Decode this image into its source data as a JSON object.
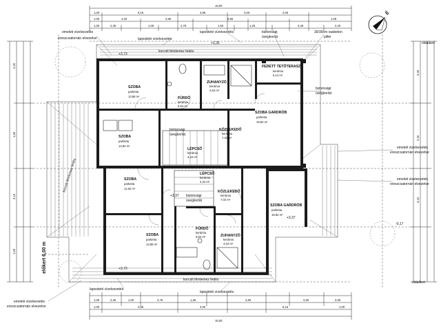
{
  "dimensions": {
    "total": "16,00",
    "top_row_1": [
      "1,00",
      "6,15",
      "3,85",
      "3,00",
      "2,00"
    ],
    "top_row_2": [
      "1,00",
      "4,20",
      "2,95",
      "5,80",
      "1,05"
    ],
    "top_row_3": [
      "1,00",
      "2,45",
      "1,00",
      "2,75",
      "1,50",
      "1,25",
      "3,45",
      "2,40"
    ],
    "bottom_row_1": [
      "1,00",
      "2,45",
      "1,00",
      "2,75",
      "1,25",
      "2,80",
      "2,50",
      "2,05"
    ],
    "bottom_row_2": [
      "1,00",
      "3,85",
      "3,00",
      "6,15",
      "1,00"
    ],
    "left": [
      "1,00",
      "4,20",
      "1,60",
      "3,10",
      "1,00"
    ],
    "right": [
      "1,00",
      "3,45",
      "2,40",
      "3,10",
      "1,00"
    ]
  },
  "levels": {
    "top": "+3,73",
    "top_right": "+3,35",
    "right_mid": "+3,37",
    "left_mid": "+3,37",
    "bottom": "+3,73",
    "right_small": "-0,17"
  },
  "annotations": {
    "emeleti_top": "emeleti vízelvezetés",
    "eresz_top": "ereszcsatornán elvezetve",
    "laposteto_top_left": "lapostetó vízelvezetés",
    "laposteto_top_mid": "lapostetó vízelvezetés",
    "biztonsagi_top": "biztonsági",
    "uvegkorlat_top": "üvegkorlát",
    "vasbeton": "30/30cm vasbeton",
    "piller": "pillér",
    "korcolt_top": "korcolt fémlemez fedés",
    "fedett_terasz": "FEDETT TETŐTERASZ",
    "biztonsagi_right": "biztonsági",
    "uvegkorlat_right": "üvegkorlát",
    "emeleti_right_1": "emeleti vízelvezetés",
    "eresz_right_1": "ereszcsatornán elvezetve",
    "emeleti_right_2": "emeleti vízelvezetés",
    "eresz_right_2": "ereszcsatornán elvezetve",
    "oldalkert_top": "oldalkert",
    "oldalkert_bottom": "oldalkert",
    "elokert": "előkert 6,00 m",
    "korcolt_bottom": "korcolt fémlemez fedés",
    "laposteto_bottom_left": "lapostetó vízelvezetés",
    "laposteto_bottom_mid": "lapostetó vízelvezetés",
    "emeleti_bottom": "emeleti vízelvezetés",
    "eresz_bottom": "ereszcsatornán elvezetve",
    "korcolt_vertical": "korcolt fémlemez fedés",
    "biztonsagi_mid": "biztonsági",
    "uvegkorlat_mid": "üvegkorlát",
    "biztonsagi_lower": "biztonsági",
    "uvegkorlat_lower": "üvegkorlát"
  },
  "rooms": [
    {
      "name": "SZOBA",
      "floor": "parketta",
      "area": "13,88 m²"
    },
    {
      "name": "ZUHANYZÓ",
      "floor": "kerámia",
      "area": "4,54 m²"
    },
    {
      "name": "FÜRDŐ",
      "floor": "kerámia",
      "area": "6,84 m²"
    },
    {
      "name": "SZOBA",
      "floor": "parketta",
      "area": "13,82 m²"
    },
    {
      "name": "LÉPCSŐ",
      "floor": "kerámia",
      "area": "4,44 m²"
    },
    {
      "name": "KÖZLEKEDŐ",
      "floor": "kerámia",
      "area": "7,02 m²"
    },
    {
      "name": "SZOBA GARDRÓB",
      "floor": "parketta",
      "area": "18,82 m²"
    },
    {
      "name": "FEDETT TETŐTERASZ",
      "floor": "kerámia",
      "area": "6,14 m²"
    },
    {
      "name": "SZOBA",
      "floor": "parketta",
      "area": "11,92 m²"
    },
    {
      "name": "LÉPCSŐ",
      "floor": "kerámia",
      "area": "4,44 m²"
    },
    {
      "name": "KÖZLEKEDŐ",
      "floor": "kerámia",
      "area": "7,02 m²"
    },
    {
      "name": "SZOBA GARDRÓB",
      "floor": "parketta",
      "area": "18,82 m²"
    },
    {
      "name": "SZOBA",
      "floor": "parketta",
      "area": "13,88 m²"
    },
    {
      "name": "FÜRDŐ",
      "floor": "kerámia",
      "area": "6,84 m²"
    },
    {
      "name": "ZUHANYZÓ",
      "floor": "kerámia",
      "area": "4,54 m²"
    }
  ],
  "north": "É"
}
